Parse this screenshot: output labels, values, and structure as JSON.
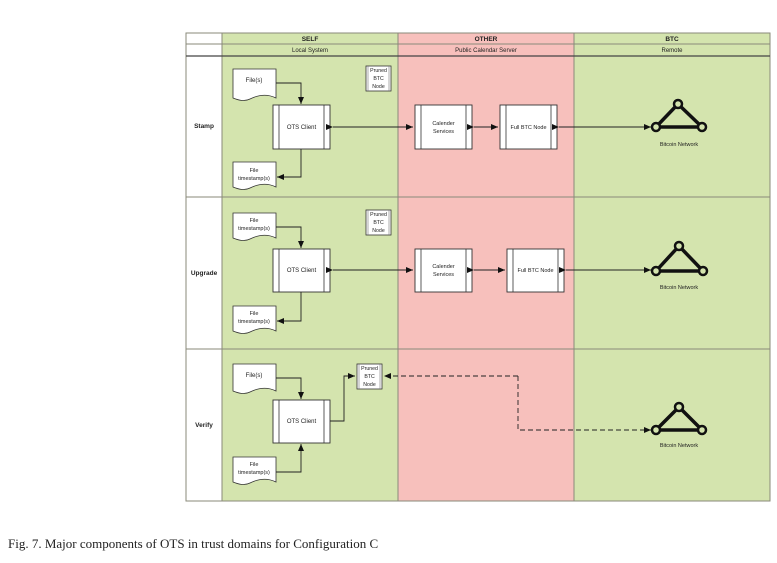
{
  "columns": [
    {
      "id": "self",
      "title": "SELF",
      "subtitle": "Local System",
      "color": "#d4e4ae"
    },
    {
      "id": "other",
      "title": "OTHER",
      "subtitle": "Public Calendar Server",
      "color": "#f7c0bc"
    },
    {
      "id": "btc",
      "title": "BTC",
      "subtitle": "Remote",
      "color": "#d4e4ae"
    }
  ],
  "rows": [
    {
      "id": "stamp",
      "label": "Stamp"
    },
    {
      "id": "upgrade",
      "label": "Upgrade"
    },
    {
      "id": "verify",
      "label": "Verify"
    }
  ],
  "labels": {
    "files": "File(s)",
    "file_ts_line1": "File",
    "file_ts_line2": "timestamp(s)",
    "ots_client": "OTS Client",
    "pruned_line1": "Pruned",
    "pruned_line2": "BTC",
    "pruned_line3": "Node",
    "calendar_line1": "Calender",
    "calendar_line2": "Services",
    "full_btc_node": "Full BTC Node",
    "bitcoin_network": "Bitcoin Network"
  },
  "caption": "Fig. 7.  Major components of OTS in trust domains for Configuration C"
}
